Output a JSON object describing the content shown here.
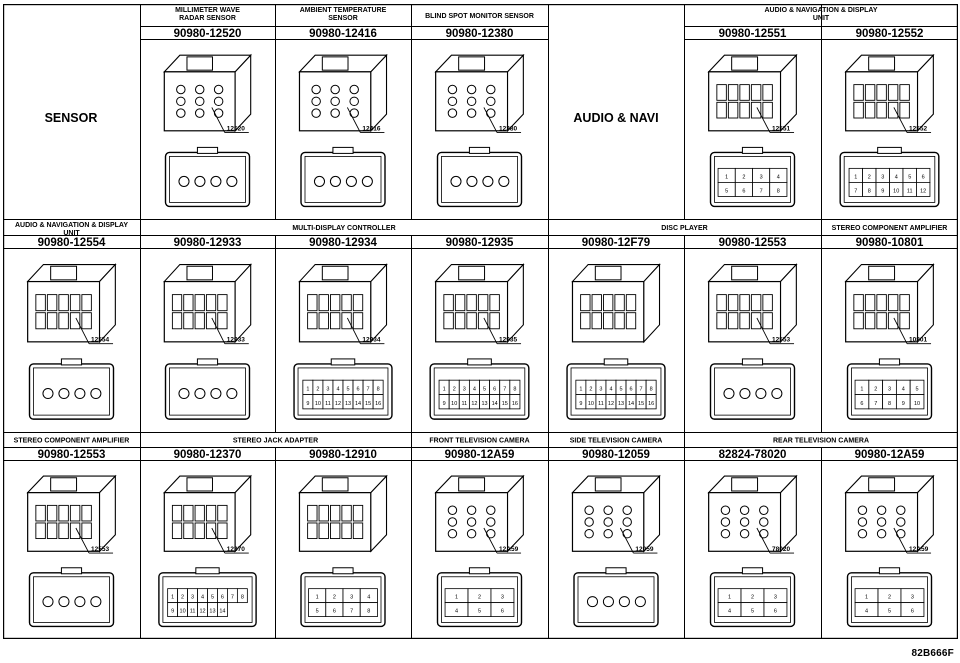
{
  "labels": {
    "sensor": "SENSOR",
    "audio_navi": "AUDIO & NAVI",
    "code": "82B666F"
  },
  "rows": [
    {
      "headers": [
        {
          "key": "mmw",
          "lines": [
            "MILLIMETER WAVE",
            "RADAR SENSOR"
          ]
        },
        {
          "key": "amb",
          "lines": [
            "AMBIENT TEMPERATURE",
            "SENSOR"
          ]
        },
        {
          "key": "bsm",
          "lines": [
            "BLIND SPOT MONITOR SENSOR"
          ]
        },
        {
          "key": "nav1",
          "lines": [
            "AUDIO & NAVIGATION & DISPLAY",
            "UNIT"
          ]
        }
      ],
      "parts": [
        {
          "pn": "90980-12520",
          "tag": "12520"
        },
        {
          "pn": "90980-12416",
          "tag": "12416"
        },
        {
          "pn": "90980-12380",
          "tag": "12380"
        },
        {
          "pn": "90980-12551",
          "tag": "12551",
          "pins": [
            "1",
            "2",
            "3",
            "4",
            "5",
            "6",
            "7",
            "8"
          ]
        },
        {
          "pn": "90980-12552",
          "tag": "12552",
          "pins": [
            "1",
            "2",
            "3",
            "4",
            "5",
            "6",
            "7",
            "8",
            "9",
            "10",
            "11",
            "12"
          ]
        }
      ]
    },
    {
      "headers": [
        {
          "key": "nav2",
          "lines": [
            "AUDIO & NAVIGATION & DISPLAY",
            "UNIT"
          ]
        },
        {
          "key": "mdc",
          "lines": [
            "MULTI-DISPLAY CONTROLLER"
          ]
        },
        {
          "key": "disc",
          "lines": [
            "DISC PLAYER"
          ]
        },
        {
          "key": "sca1",
          "lines": [
            "STEREO COMPONENT AMPLIFIER"
          ]
        }
      ],
      "parts": [
        {
          "pn": "90980-12554",
          "tag": "12554"
        },
        {
          "pn": "90980-12933",
          "tag": "12933"
        },
        {
          "pn": "90980-12934",
          "tag": "12934",
          "pins": [
            "1",
            "2",
            "3",
            "4",
            "5",
            "6",
            "7",
            "8",
            "9",
            "10",
            "11",
            "12",
            "13",
            "14",
            "15",
            "16"
          ]
        },
        {
          "pn": "90980-12935",
          "tag": "12935",
          "pins": [
            "1",
            "2",
            "3",
            "4",
            "5",
            "6",
            "7",
            "8",
            "9",
            "10",
            "11",
            "12",
            "13",
            "14",
            "15",
            "16"
          ]
        },
        {
          "pn": "90980-12F79",
          "tag": "",
          "pins": [
            "1",
            "2",
            "3",
            "4",
            "5",
            "6",
            "7",
            "8",
            "9",
            "10",
            "11",
            "12",
            "13",
            "14",
            "15",
            "16"
          ]
        },
        {
          "pn": "90980-12553",
          "tag": "12553"
        },
        {
          "pn": "90980-10801",
          "tag": "10801",
          "pins": [
            "1",
            "2",
            "3",
            "4",
            "5",
            "6",
            "7",
            "8",
            "9",
            "10"
          ]
        }
      ]
    },
    {
      "headers": [
        {
          "key": "sca2",
          "lines": [
            "STEREO COMPONENT AMPLIFIER"
          ]
        },
        {
          "key": "sja",
          "lines": [
            "STEREO JACK ADAPTER"
          ]
        },
        {
          "key": "ftv",
          "lines": [
            "FRONT TELEVISION CAMERA"
          ]
        },
        {
          "key": "stv",
          "lines": [
            "SIDE TELEVISION CAMERA"
          ]
        },
        {
          "key": "rtv",
          "lines": [
            "REAR TELEVISION CAMERA"
          ]
        }
      ],
      "parts": [
        {
          "pn": "90980-12553",
          "tag": "12553"
        },
        {
          "pn": "90980-12370",
          "tag": "12370",
          "pins": [
            "1",
            "2",
            "3",
            "4",
            "5",
            "6",
            "7",
            "8",
            "9",
            "10",
            "11",
            "12",
            "13",
            "14"
          ]
        },
        {
          "pn": "90980-12910",
          "tag": "",
          "pins": [
            "1",
            "2",
            "3",
            "4",
            "5",
            "6",
            "7",
            "8"
          ]
        },
        {
          "pn": "90980-12A59",
          "tag": "12A59",
          "pins": [
            "1",
            "2",
            "3",
            "4",
            "5",
            "6"
          ]
        },
        {
          "pn": "90980-12059",
          "tag": "12059"
        },
        {
          "pn": "82824-78020",
          "tag": "78020",
          "pins": [
            "1",
            "2",
            "3",
            "4",
            "5",
            "6"
          ]
        },
        {
          "pn": "90980-12A59",
          "tag": "12A59",
          "pins": [
            "1",
            "2",
            "3",
            "4",
            "5",
            "6"
          ]
        }
      ]
    }
  ]
}
